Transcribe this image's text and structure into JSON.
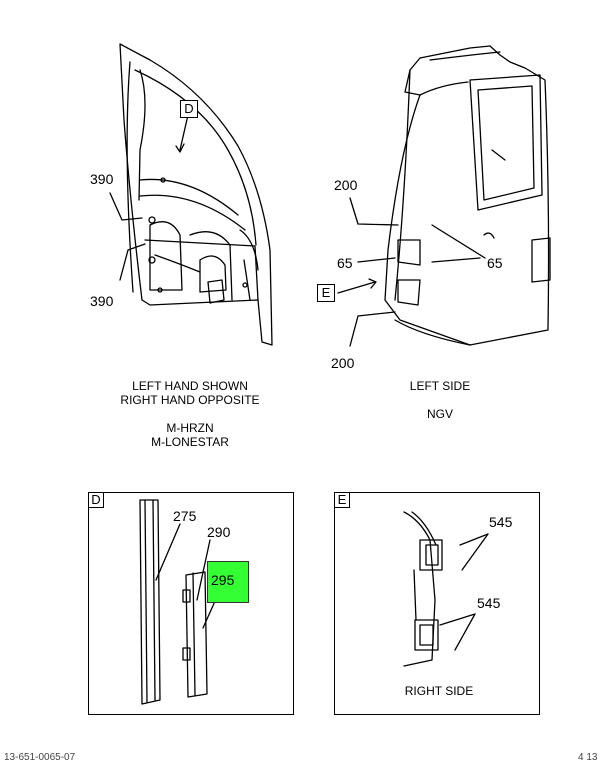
{
  "top_left": {
    "view_letter": "D",
    "callouts": [
      "390",
      "390"
    ],
    "caption_lines": [
      "LEFT HAND SHOWN",
      "RIGHT HAND OPPOSITE"
    ],
    "model_lines": [
      "M-HRZN",
      "M-LONESTAR"
    ]
  },
  "top_right": {
    "view_letter": "E",
    "callouts": [
      "200",
      "65",
      "65",
      "200"
    ],
    "caption_lines": [
      "LEFT SIDE",
      "NGV"
    ]
  },
  "detail_d": {
    "letter": "D",
    "callouts": [
      "275",
      "290",
      "295"
    ],
    "highlight_color": "#33ff33"
  },
  "detail_e": {
    "letter": "E",
    "callouts": [
      "545",
      "545"
    ],
    "caption": "RIGHT SIDE"
  },
  "footer": {
    "left": "13-651-0065-07",
    "right": "4 13"
  }
}
